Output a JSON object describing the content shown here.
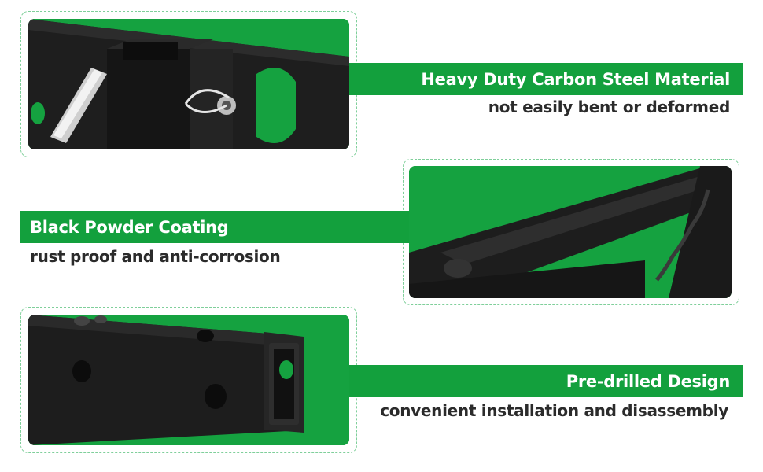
{
  "colors": {
    "accent_green": "#13a03d",
    "dashed_border": "#7fcf9a",
    "caption_text": "#2b2b2b",
    "steel_black": "#1c1c1c"
  },
  "features": [
    {
      "title": "Heavy Duty Carbon Steel Material",
      "subtitle": "not easily bent or deformed",
      "photo_icon": "hitch-receiver-pin-icon"
    },
    {
      "title": "Black Powder Coating",
      "subtitle": "rust proof and anti-corrosion",
      "photo_icon": "welded-frame-icon"
    },
    {
      "title": "Pre-drilled Design",
      "subtitle": "convenient installation and disassembly",
      "photo_icon": "square-tube-holes-icon"
    }
  ]
}
